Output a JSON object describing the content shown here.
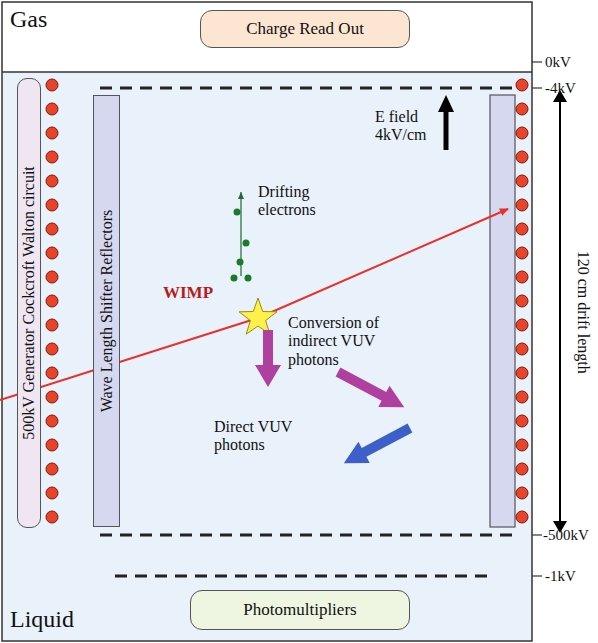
{
  "diagram": {
    "nodes": [
      {
        "text": [
          "Charge Read Out"
        ]
      },
      {
        "text": [
          "500kV Generator Cockcroft Walton circuit"
        ]
      },
      {
        "text": [
          "Wave Length Shifter Reflectors"
        ]
      },
      {
        "text": [
          "Photomultipliers"
        ]
      }
    ],
    "labels": [
      "Gas",
      "Liquid",
      "0kV",
      "-4kV",
      "-500kV",
      "-1kV",
      "E field 4kV/cm",
      "Drifting electrons",
      "WIMP",
      "Conversion of indirect VUV photons",
      "Direct VUV photons",
      "120 cm drift length"
    ]
  }
}
